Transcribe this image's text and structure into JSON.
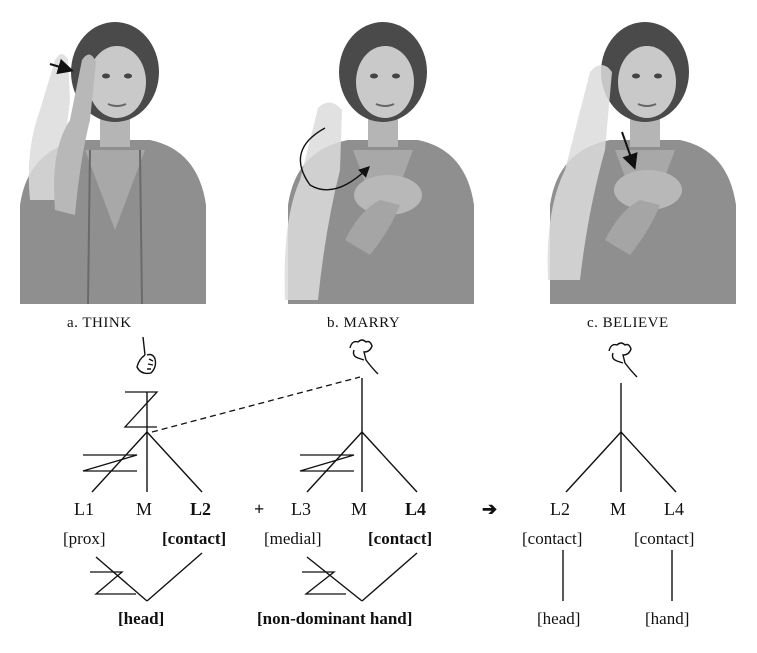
{
  "photos": [
    {
      "label": "a. THINK",
      "shirt": "#8c8c8c",
      "bg": "#ffffff"
    },
    {
      "label": "b. MARRY",
      "shirt": "#8c8c8c",
      "bg": "#ffffff"
    },
    {
      "label": "c. BELIEVE",
      "shirt": "#8c8c8c",
      "bg": "#ffffff"
    }
  ],
  "trees": {
    "think": {
      "nodes": [
        "L1",
        "M",
        "L2"
      ],
      "features": [
        "[prox]",
        "[contact]"
      ],
      "location": "[head]"
    },
    "marry": {
      "nodes": [
        "L3",
        "M",
        "L4"
      ],
      "features": [
        "[medial]",
        "[contact]"
      ],
      "location": "[non-dominant hand]"
    },
    "believe": {
      "nodes": [
        "L2",
        "M",
        "L4"
      ],
      "features": [
        "[contact]",
        "[contact]"
      ],
      "locations": [
        "[head]",
        "[hand]"
      ]
    }
  },
  "operators": {
    "plus": "+",
    "arrow": "➔"
  },
  "icons": [
    "handshape-index-icon",
    "handshape-clawed-icon",
    "handshape-clawed-icon"
  ]
}
